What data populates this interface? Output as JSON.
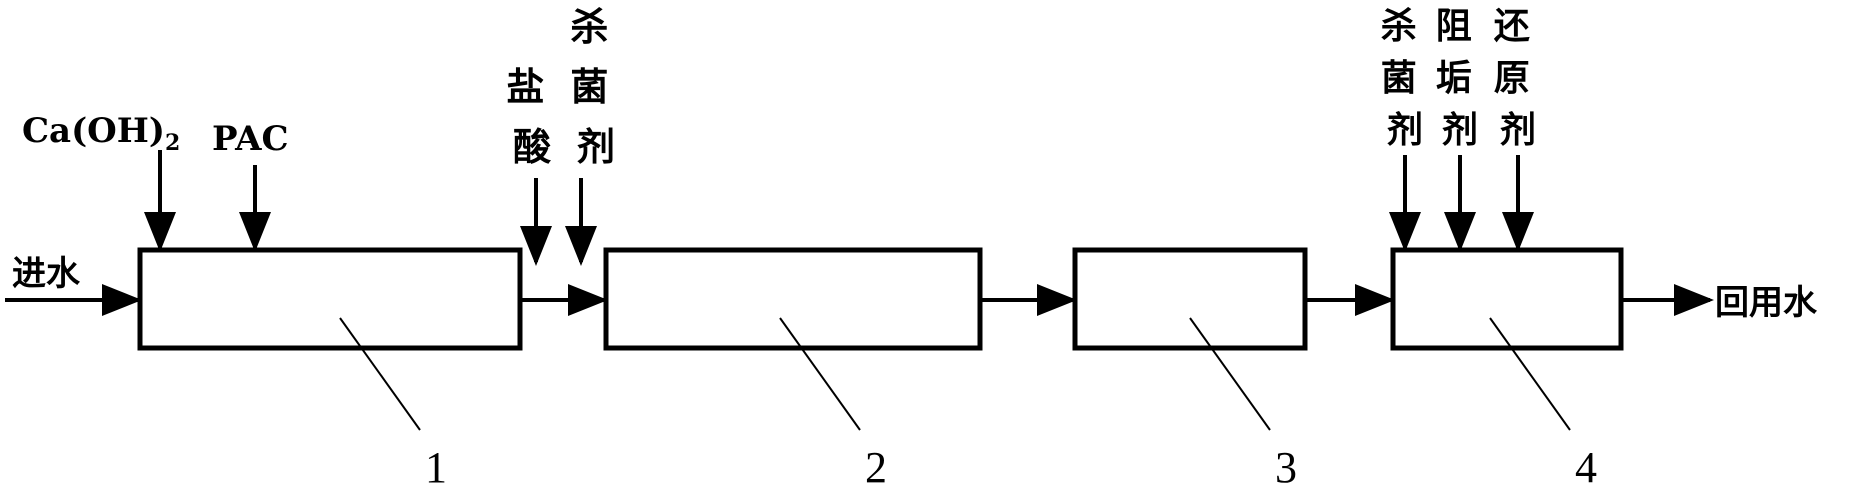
{
  "inlet_label": "进水",
  "outlet_label": "回用水",
  "chemicals": {
    "caoh2": {
      "main": "Ca(OH)",
      "sub": "2"
    },
    "pac": "PAC",
    "hcl": [
      "盐",
      "酸"
    ],
    "biocide_1": [
      "杀",
      "菌",
      "剂"
    ],
    "biocide_2": [
      "杀",
      "菌",
      "剂"
    ],
    "antiscalant": [
      "阻",
      "垢",
      "剂"
    ],
    "reductant": [
      "还",
      "原",
      "剂"
    ]
  },
  "units": [
    "1",
    "2",
    "3",
    "4"
  ],
  "colors": {
    "stroke": "#000000",
    "background": "#ffffff"
  }
}
